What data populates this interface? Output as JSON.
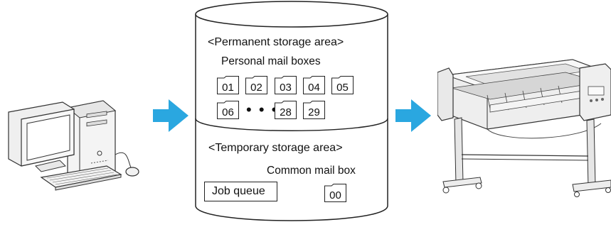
{
  "permanent": {
    "title": "Permanent storage area",
    "subtitle": "Personal mail boxes",
    "boxes_row1": [
      "01",
      "02",
      "03",
      "04",
      "05"
    ],
    "boxes_row2_start": [
      "06"
    ],
    "ellipsis": "• • •",
    "boxes_row2_end": [
      "28",
      "29"
    ]
  },
  "temporary": {
    "title": "Temporary storage area",
    "common_label": "Common mail box",
    "job_queue": "Job queue",
    "common_box": "00"
  },
  "colors": {
    "arrow": "#2aa7e0",
    "outline": "#222222"
  },
  "icons": [
    "computer-icon",
    "printer-icon",
    "arrow-right-icon"
  ]
}
